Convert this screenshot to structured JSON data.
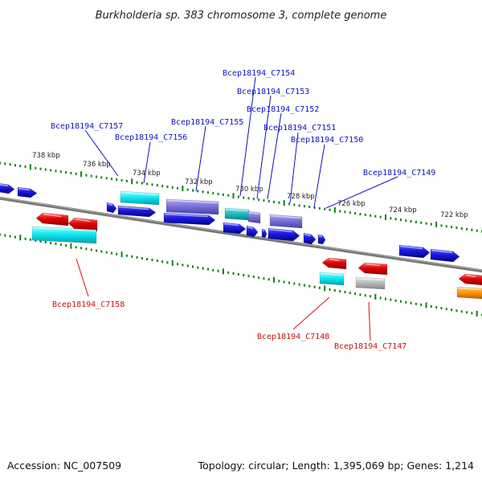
{
  "title": "Burkholderia sp. 383 chromosome 3, complete genome",
  "footer": {
    "accession": "Accession: NC_007509",
    "topology": "Topology: circular; Length: 1,395,069 bp; Genes: 1,214"
  },
  "scale_labels": [
    "738 kbp",
    "736 kbp",
    "734 kbp",
    "732 kbp",
    "730 kbp",
    "728 kbp",
    "726 kbp",
    "724 kbp",
    "722 kbp"
  ],
  "gene_labels_top": [
    "Bcep18194_C7154",
    "Bcep18194_C7153",
    "Bcep18194_C7152",
    "Bcep18194_C7157",
    "Bcep18194_C7155",
    "Bcep18194_C7151",
    "Bcep18194_C7156",
    "Bcep18194_C7150",
    "Bcep18194_C7149"
  ],
  "gene_labels_bottom": [
    "Bcep18194_C7158",
    "Bcep18194_C7148",
    "Bcep18194_C7147"
  ],
  "colors": {
    "blue": "#1a1adc",
    "cyan": "#10e8f0",
    "purple": "#7a72d8",
    "teal": "#20c0c0",
    "red": "#e00000",
    "gray": "#bbbbbb",
    "orange": "#ff9a00",
    "backbone": "#777777",
    "tick": "#108010",
    "label_blue": "#1010c0",
    "label_red": "#d01010"
  }
}
